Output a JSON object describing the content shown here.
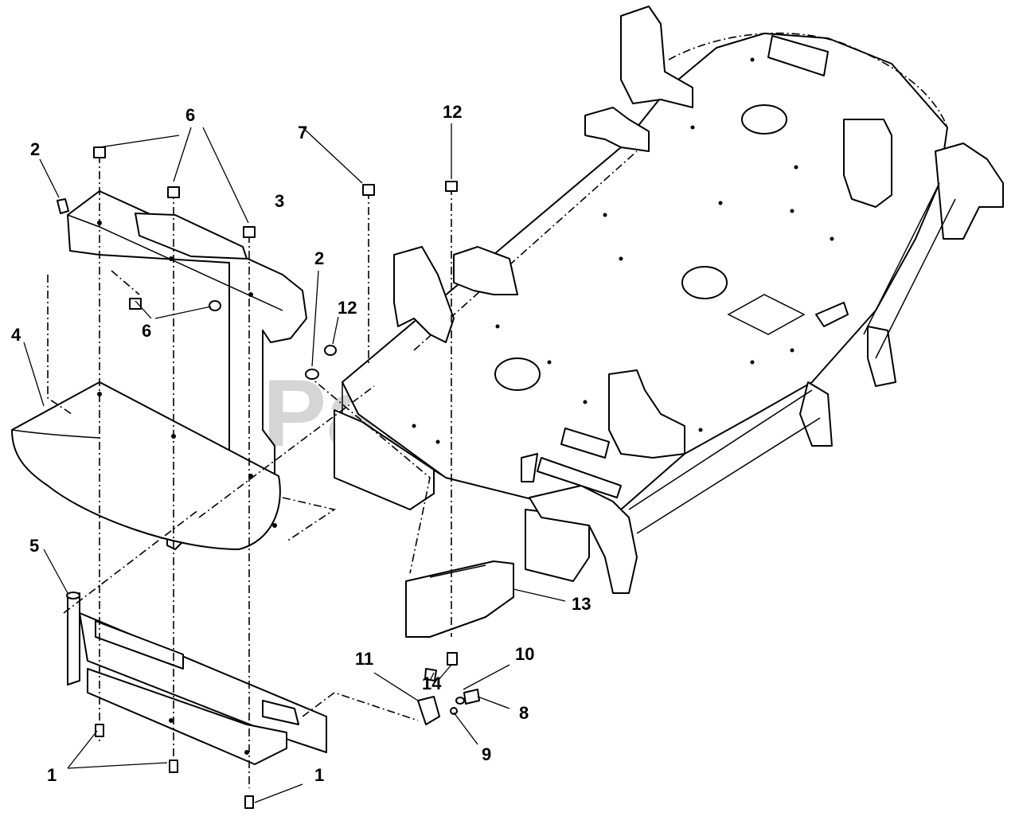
{
  "watermark": {
    "text": "PartsTree",
    "trademark": "™"
  },
  "callouts": [
    "1",
    "1",
    "2",
    "2",
    "3",
    "4",
    "5",
    "6",
    "6",
    "7",
    "8",
    "9",
    "10",
    "11",
    "12",
    "12",
    "13",
    "14"
  ]
}
